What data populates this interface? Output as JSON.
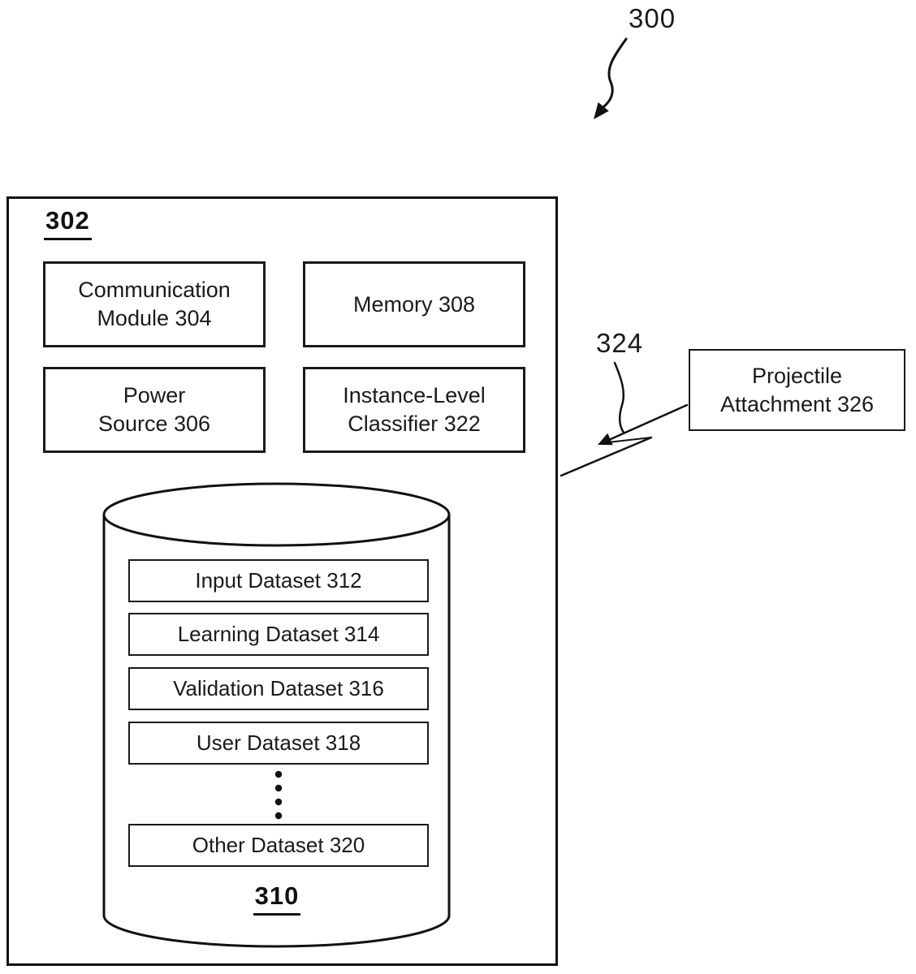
{
  "figure": {
    "ref": "300",
    "device_box": {
      "label": "302",
      "modules": {
        "communication": {
          "line1": "Communication",
          "line2": "Module 304"
        },
        "memory": {
          "label": "Memory 308"
        },
        "power": {
          "line1": "Power",
          "line2": "Source 306"
        },
        "classifier": {
          "line1": "Instance-Level",
          "line2": "Classifier 322"
        }
      },
      "datastore": {
        "label": "310",
        "datasets": [
          {
            "label": "Input Dataset 312"
          },
          {
            "label": "Learning Dataset 314"
          },
          {
            "label": "Validation Dataset 316"
          },
          {
            "label": "User Dataset 318"
          },
          {
            "label": "Other Dataset 320"
          }
        ]
      }
    },
    "wireless_link": {
      "ref": "324"
    },
    "projectile_box": {
      "line1": "Projectile",
      "line2": "Attachment 326"
    }
  },
  "icons": {
    "figure_pointer": "curved-arrow-down-left",
    "wireless_link": "lightning-bolt",
    "more_items": "vertical-ellipsis"
  },
  "colors": {
    "ink": "#1a1a1a",
    "line": "#111111",
    "background": "#ffffff"
  }
}
